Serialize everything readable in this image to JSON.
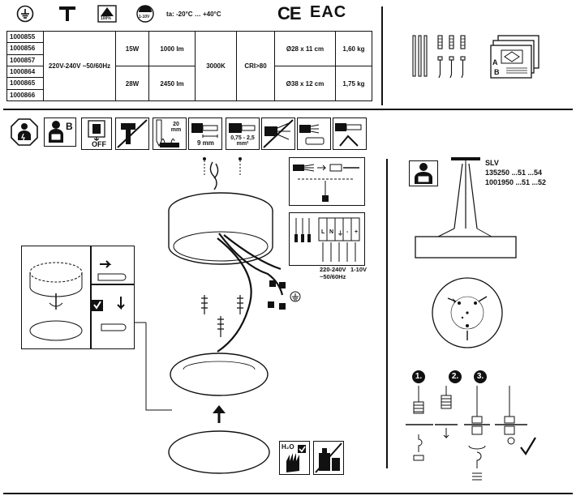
{
  "header": {
    "ta_label": "ta: -20°C … +40°C",
    "lumen_icon_text": "100%",
    "dimming_icon_text": "1-10V",
    "ce_mark": "CE",
    "eac_mark": "EAC"
  },
  "spec_table": {
    "article_numbers": [
      "1000855",
      "1000856",
      "1000857",
      "1000864",
      "1000865",
      "1000866"
    ],
    "voltage": "220V-240V ~50/60Hz",
    "rows": [
      {
        "power": "15W",
        "lumen": "1000 lm",
        "size": "Ø28 x 11 cm",
        "weight": "1,60 kg"
      },
      {
        "power": "28W",
        "lumen": "2450 lm",
        "size": "Ø38 x 12 cm",
        "weight": "1,75 kg"
      }
    ],
    "cct": "3000K",
    "cri": "CRI>80"
  },
  "package_sheet": {
    "label_a": "A",
    "label_b": "B"
  },
  "step_icons": {
    "manual_b": "B",
    "power_off": "OFF",
    "drill_depth": "20 mm",
    "strip_length": "9 mm",
    "wire_section": "0,75 - 2,5 mm²"
  },
  "terminal": {
    "labels": [
      "L",
      "N",
      "⏚",
      "-",
      "+"
    ],
    "mains_label": "220-240V ~50/60Hz",
    "dim_label": "1-10V"
  },
  "care": {
    "h2o": "H₂O"
  },
  "pendant": {
    "brand": "SLV",
    "art1": "135250 ...51 ...54",
    "art2": "1001950 ...51 ...52"
  },
  "steps": [
    "1.",
    "2.",
    "3."
  ]
}
